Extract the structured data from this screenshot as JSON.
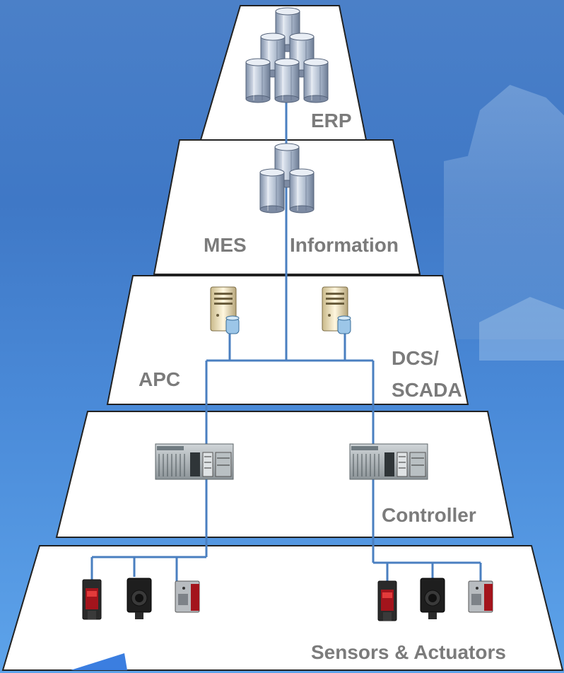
{
  "tiers": [
    {
      "id": "erp",
      "labels": [
        "ERP"
      ]
    },
    {
      "id": "mes",
      "labels": [
        "MES",
        "Information"
      ]
    },
    {
      "id": "dcs",
      "labels": [
        "APC",
        "DCS/",
        "SCADA"
      ]
    },
    {
      "id": "controller",
      "labels": [
        "Controller"
      ]
    },
    {
      "id": "sensors",
      "labels": [
        "Sensors & Actuators"
      ]
    }
  ],
  "icons": {
    "database": "database-icon",
    "server": "server-icon",
    "plc": "plc-controller-icon",
    "sensor": "sensor-icon"
  },
  "colors": {
    "background": "#4a80c8",
    "tier_fill": "#ffffff",
    "tier_border": "#222222",
    "network_line": "#4a7fc0",
    "label_text": "#7b7b7b"
  }
}
